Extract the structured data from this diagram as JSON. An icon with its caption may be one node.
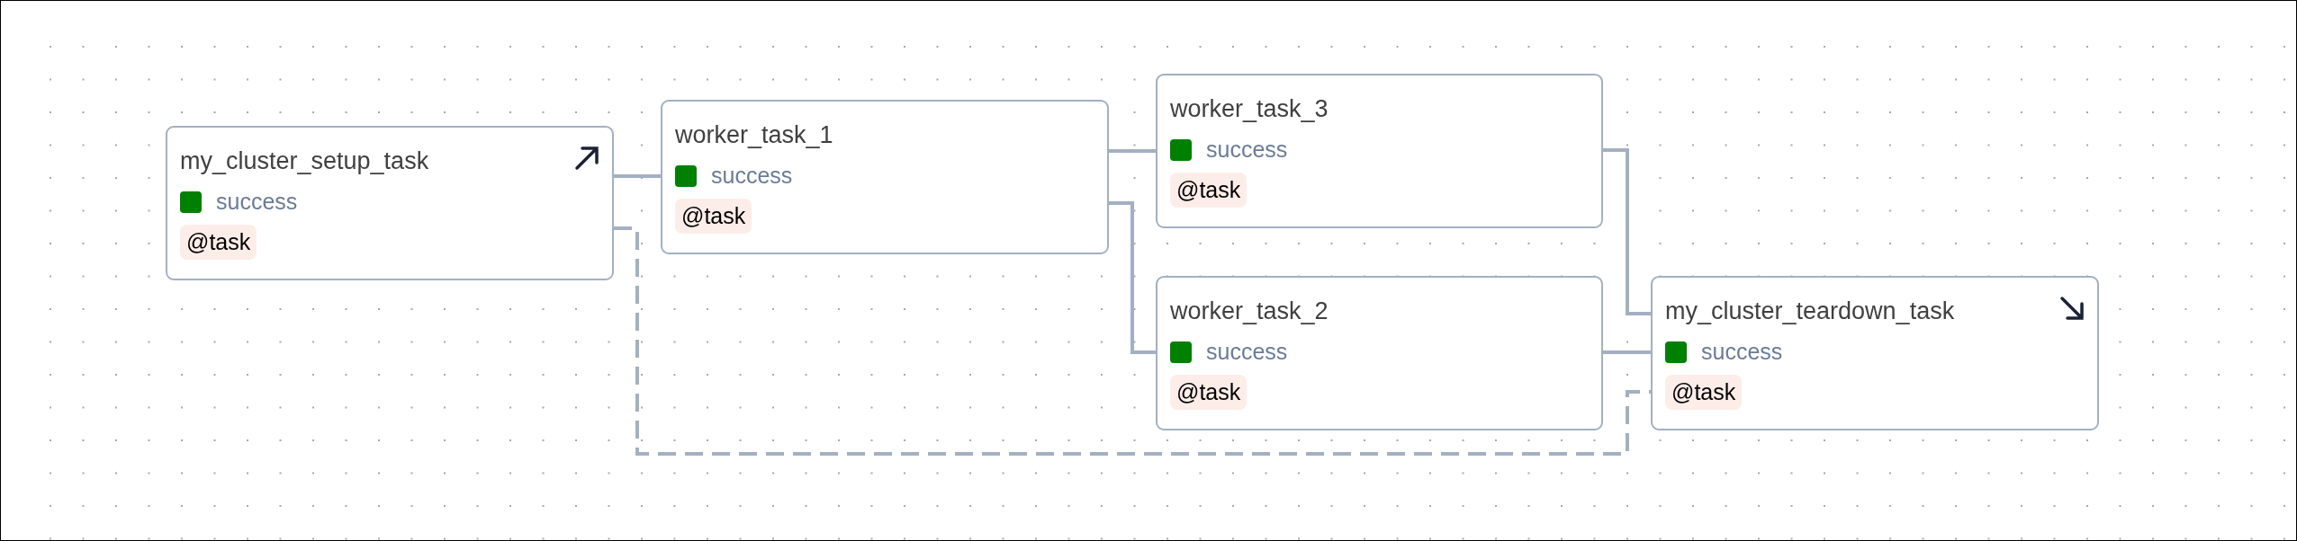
{
  "diagram": {
    "nodes": [
      {
        "text": [
          "my_cluster_setup_task",
          "success",
          "@task"
        ]
      },
      {
        "text": [
          "worker_task_1",
          "success",
          "@task"
        ]
      },
      {
        "text": [
          "worker_task_3",
          "success",
          "@task"
        ]
      },
      {
        "text": [
          "worker_task_2",
          "success",
          "@task"
        ]
      },
      {
        "text": [
          "my_cluster_teardown_task",
          "success",
          "@task"
        ]
      }
    ],
    "edges": [
      {
        "from": 0,
        "to": 1,
        "arrow": "none"
      },
      {
        "from": 1,
        "to": 2,
        "arrow": "none"
      },
      {
        "from": 1,
        "to": 3,
        "arrow": "none"
      },
      {
        "from": 2,
        "to": 4,
        "arrow": "none"
      },
      {
        "from": 3,
        "to": 4,
        "arrow": "none"
      },
      {
        "from": 0,
        "to": 4,
        "arrow": "none",
        "style": "dashed"
      }
    ]
  }
}
